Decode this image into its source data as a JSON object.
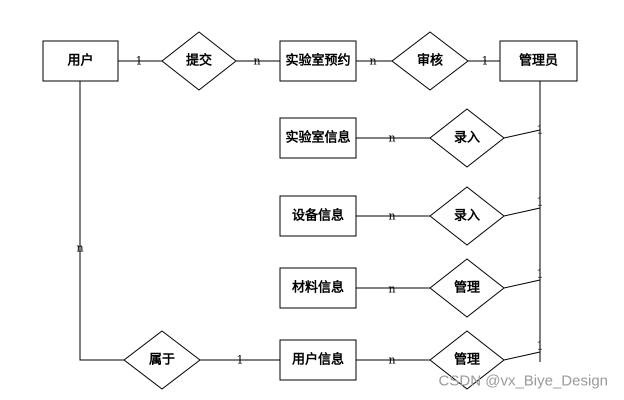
{
  "entities": {
    "user": "用户",
    "lab_reservation": "实验室预约",
    "admin": "管理员",
    "lab_info": "实验室信息",
    "equipment_info": "设备信息",
    "material_info": "材料信息",
    "user_info": "用户信息"
  },
  "relationships": {
    "submit": "提交",
    "review": "审核",
    "entry_lab": "录入",
    "entry_equipment": "录入",
    "manage_material": "管理",
    "manage_user_info": "管理",
    "belongs_to": "属于"
  },
  "cardinalities": {
    "user_submit": "1",
    "submit_reservation": "n",
    "reservation_review": "n",
    "review_admin": "1",
    "lab_entry": "n",
    "entry_admin_1": "1",
    "equipment_entry": "n",
    "entry_admin_2": "1",
    "material_manage": "n",
    "manage_admin_1": "1",
    "userinfo_manage": "n",
    "manage_admin_2": "1",
    "user_belongs": "n",
    "belongs_userinfo": "1"
  },
  "watermark": "CSDN @vx_Biye_Design",
  "colors": {
    "stroke": "#000000",
    "background": "#ffffff",
    "watermark": "#9a9a9a"
  }
}
